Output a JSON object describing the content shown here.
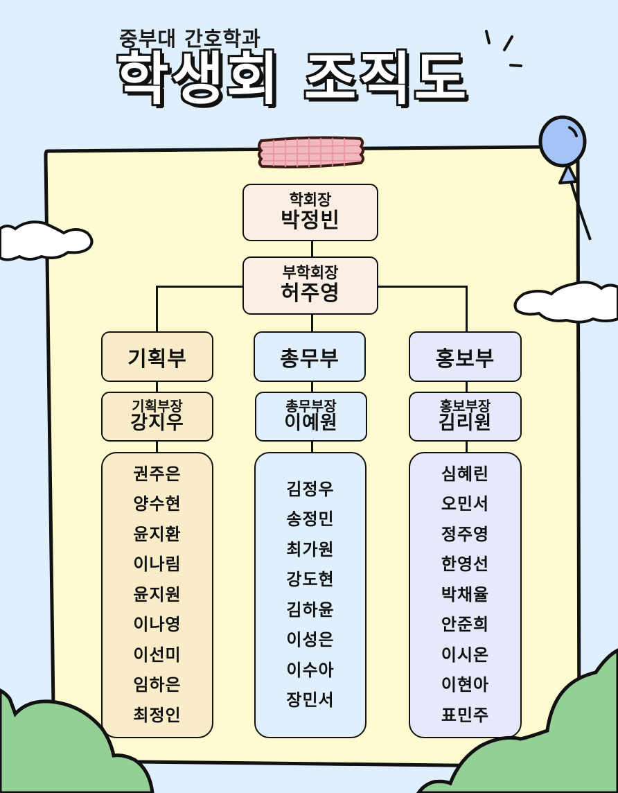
{
  "header": {
    "subtitle": "중부대 간호학과",
    "title": "학생회 조직도"
  },
  "colors": {
    "sky": "#dff0fc",
    "paper": "#fffbd1",
    "leader_box": "#fbeee3",
    "planning": "#f9ecc9",
    "general_affairs": "#dff0fc",
    "publicity": "#e6e9fa",
    "bush": "#94d095",
    "balloon": "#a4c4f6",
    "tape": "#f2b8c0"
  },
  "president": {
    "role": "학회장",
    "name": "박정빈"
  },
  "vice_president": {
    "role": "부학회장",
    "name": "허주영"
  },
  "departments": [
    {
      "name": "기획부",
      "head_role": "기획부장",
      "head_name": "강지우",
      "members": [
        "권주은",
        "양수현",
        "윤지환",
        "이나림",
        "윤지원",
        "이나영",
        "이선미",
        "임하은",
        "최정인"
      ]
    },
    {
      "name": "총무부",
      "head_role": "총무부장",
      "head_name": "이예원",
      "members": [
        "김정우",
        "송정민",
        "최가원",
        "강도현",
        "김하윤",
        "이성은",
        "이수아",
        "장민서"
      ]
    },
    {
      "name": "홍보부",
      "head_role": "홍보부장",
      "head_name": "김리원",
      "members": [
        "심혜린",
        "오민서",
        "정주영",
        "한영선",
        "박채율",
        "안준희",
        "이시온",
        "이현아",
        "표민주"
      ]
    }
  ]
}
